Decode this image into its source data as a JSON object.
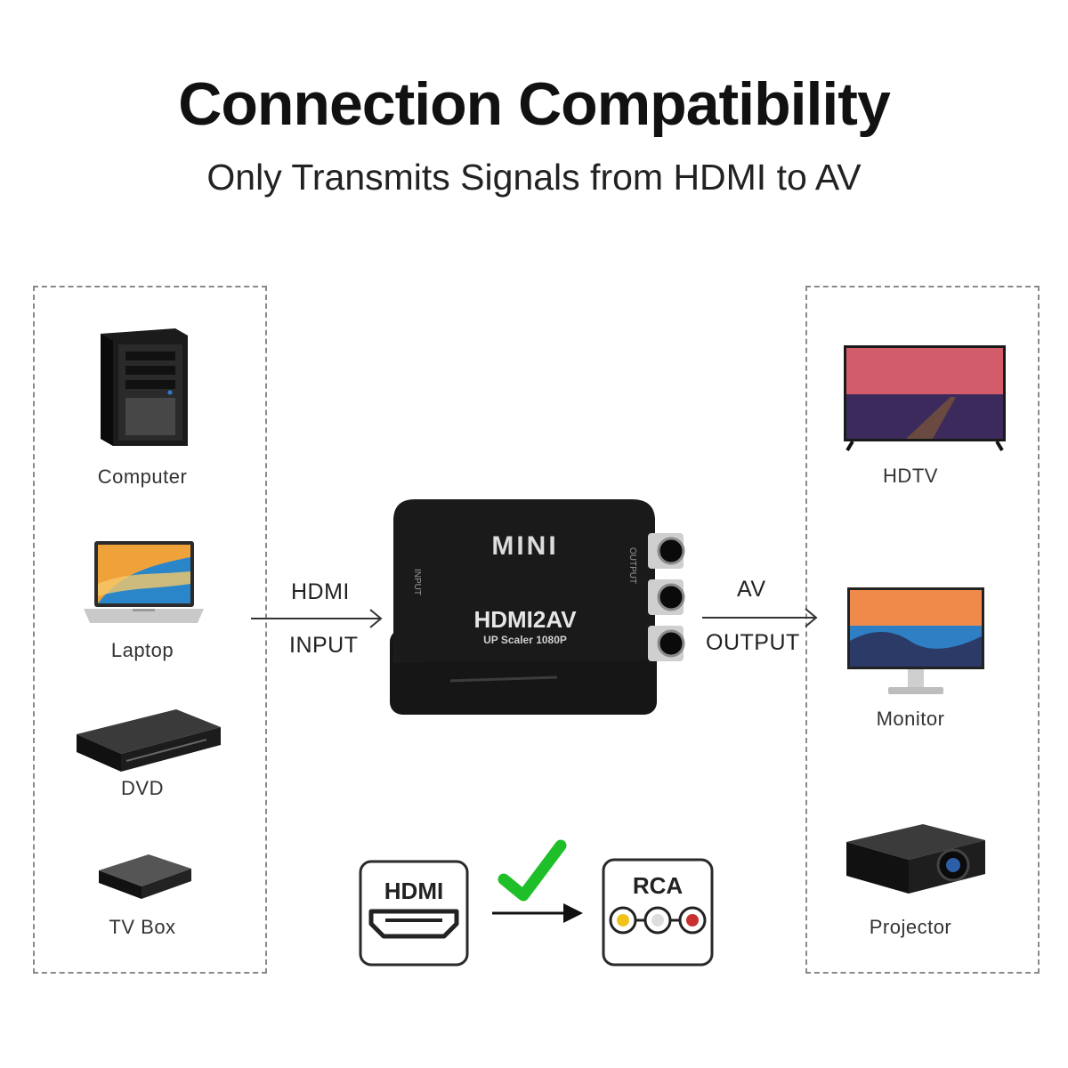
{
  "header": {
    "title": "Connection Compatibility",
    "subtitle": "Only Transmits Signals from HDMI to AV"
  },
  "inputs": [
    {
      "label": "Computer",
      "icon": "computer-tower-icon"
    },
    {
      "label": "Laptop",
      "icon": "laptop-icon"
    },
    {
      "label": "DVD",
      "icon": "dvd-player-icon"
    },
    {
      "label": "TV Box",
      "icon": "tv-box-icon"
    }
  ],
  "outputs": [
    {
      "label": "HDTV",
      "icon": "hdtv-icon"
    },
    {
      "label": "Monitor",
      "icon": "monitor-icon"
    },
    {
      "label": "Projector",
      "icon": "projector-icon"
    }
  ],
  "connection": {
    "input_top": "HDMI",
    "input_bottom": "INPUT",
    "output_top": "AV",
    "output_bottom": "OUTPUT"
  },
  "converter": {
    "brand": "MINI",
    "model": "HDMI2AV",
    "spec": "UP Scaler 1080P",
    "side_left": "INPUT",
    "side_right": "OUTPUT"
  },
  "legend": {
    "from_label": "HDMI",
    "to_label": "RCA",
    "check_icon": "check-icon",
    "colors": {
      "check": "#1fbf2a",
      "rca_yellow": "#f2c21b",
      "rca_white": "#dddddd",
      "rca_red": "#c8312f"
    }
  }
}
